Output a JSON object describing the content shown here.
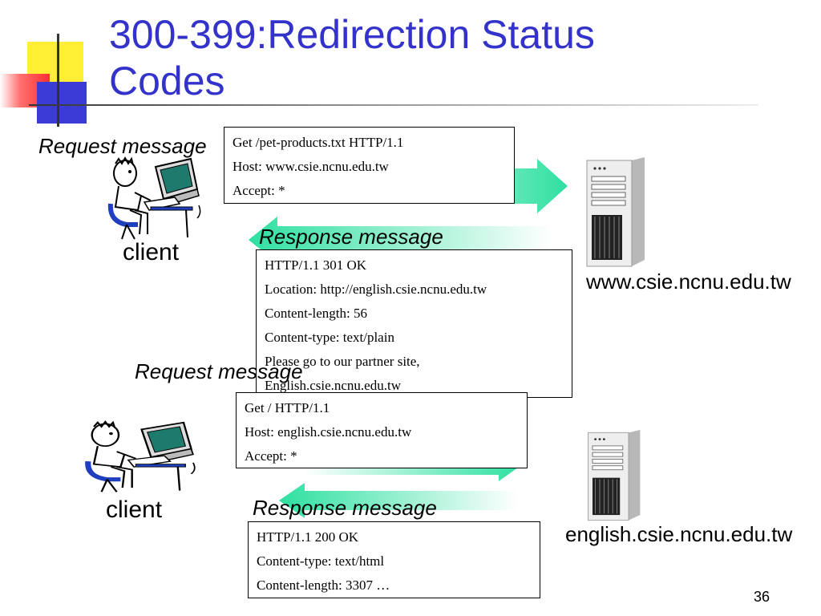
{
  "slide": {
    "title": "300-399:Redirection Status Codes",
    "page_number": "36"
  },
  "colors": {
    "title": "#3333cc",
    "arrow": "#2ee0a0"
  },
  "exchange1": {
    "request_label": "Request message",
    "request_lines": [
      "Get /pet-products.txt HTTP/1.1",
      "Host: www.csie.ncnu.edu.tw",
      "Accept: *"
    ],
    "response_label": "Response message",
    "response_lines": [
      "HTTP/1.1 301 OK",
      "Location: http://english.csie.ncnu.edu.tw",
      "Content-length: 56",
      "Content-type: text/plain",
      "Please go to our partner site,",
      "English.csie.ncnu.edu.tw"
    ],
    "client_label": "client",
    "server_label": "www.csie.ncnu.edu.tw"
  },
  "exchange2": {
    "request_label": "Request message",
    "request_lines": [
      "Get / HTTP/1.1",
      "Host: english.csie.ncnu.edu.tw",
      "Accept: *"
    ],
    "response_label": "Response message",
    "response_lines": [
      "HTTP/1.1 200 OK",
      "Content-type: text/html",
      "Content-length: 3307 …"
    ],
    "client_label": "client",
    "server_label": "english.csie.ncnu.edu.tw"
  }
}
